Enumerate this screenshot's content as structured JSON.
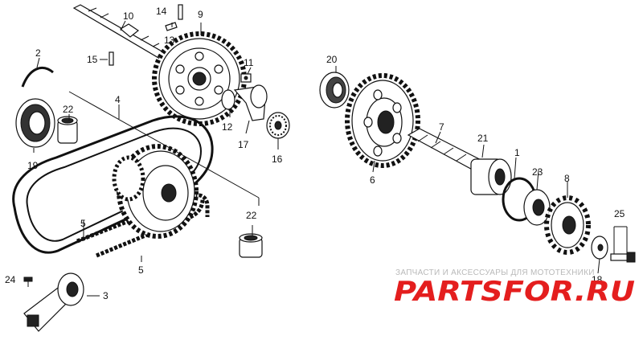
{
  "labels": {
    "p1": "1",
    "p2": "2",
    "p3": "3",
    "p4": "4",
    "p5a": "5",
    "p5b": "5",
    "p6": "6",
    "p7": "7",
    "p8": "8",
    "p9": "9",
    "p10": "10",
    "p11": "11",
    "p12": "12",
    "p13": "13",
    "p14": "14",
    "p15": "15",
    "p16": "16",
    "p17": "17",
    "p18": "18",
    "p19": "19",
    "p20": "20",
    "p21": "21",
    "p22a": "22",
    "p22b": "22",
    "p23": "23",
    "p24": "24",
    "p25": "25"
  },
  "watermark": {
    "caption": "ЗАПЧАСТИ И АКСЕССУАРЫ ДЛЯ МОТОТЕХНИКИ",
    "brand": "PARTSFOR.RU"
  }
}
